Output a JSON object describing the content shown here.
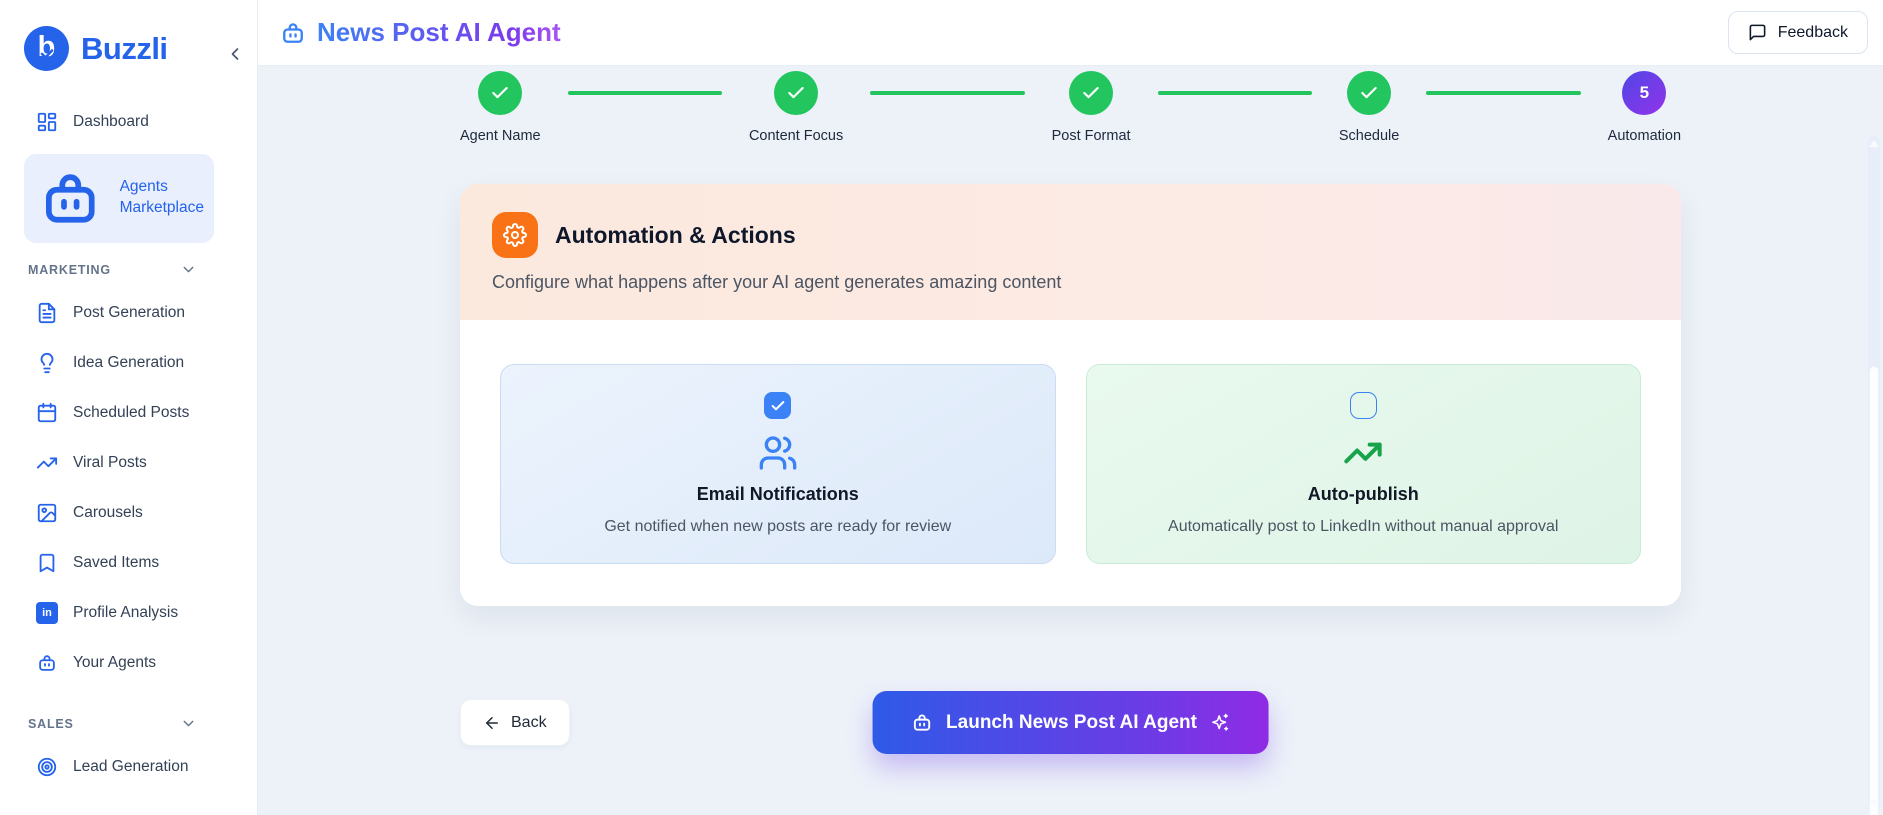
{
  "sidebar": {
    "brand": "Buzzli",
    "items_top": [
      {
        "label": "Dashboard",
        "icon": "dashboard-icon",
        "active": false
      },
      {
        "label": "Agents Marketplace",
        "icon": "robot-icon",
        "active": true
      }
    ],
    "sections": [
      {
        "title": "MARKETING",
        "items": [
          {
            "label": "Post Generation",
            "icon": "document-icon"
          },
          {
            "label": "Idea Generation",
            "icon": "lightbulb-icon"
          },
          {
            "label": "Scheduled Posts",
            "icon": "calendar-icon"
          },
          {
            "label": "Viral Posts",
            "icon": "trending-up-icon"
          },
          {
            "label": "Carousels",
            "icon": "image-icon"
          },
          {
            "label": "Saved Items",
            "icon": "bookmark-icon"
          },
          {
            "label": "Profile Analysis",
            "icon": "linkedin-icon",
            "linkedin_glyph": "in"
          },
          {
            "label": "Your Agents",
            "icon": "robot-icon"
          }
        ]
      },
      {
        "title": "SALES",
        "items": [
          {
            "label": "Lead Generation",
            "icon": "target-icon"
          }
        ]
      }
    ]
  },
  "header": {
    "title": "News Post AI Agent",
    "title_icon": "robot-icon",
    "feedback_label": "Feedback"
  },
  "stepper": {
    "steps": [
      {
        "label": "Agent Name",
        "state": "complete"
      },
      {
        "label": "Content Focus",
        "state": "complete"
      },
      {
        "label": "Post Format",
        "state": "complete"
      },
      {
        "label": "Schedule",
        "state": "complete"
      },
      {
        "label": "Automation",
        "state": "current",
        "number": "5"
      }
    ]
  },
  "automation_panel": {
    "icon": "gear-icon",
    "title": "Automation & Actions",
    "subtitle": "Configure what happens after your AI agent generates amazing content",
    "options": [
      {
        "title": "Email Notifications",
        "description": "Get notified when new posts are ready for review",
        "checked": true,
        "icon": "users-icon",
        "theme": "blue"
      },
      {
        "title": "Auto-publish",
        "description": "Automatically post to LinkedIn without manual approval",
        "checked": false,
        "icon": "trending-up-icon",
        "theme": "green"
      }
    ]
  },
  "footer_actions": {
    "back_label": "Back",
    "launch_label": "Launch News Post AI Agent"
  },
  "colors": {
    "primary_blue": "#2563eb",
    "accent_purple": "#9333ea",
    "success_green": "#22c55e",
    "panel_orange": "#f97316",
    "content_bg": "#edf2f9"
  }
}
